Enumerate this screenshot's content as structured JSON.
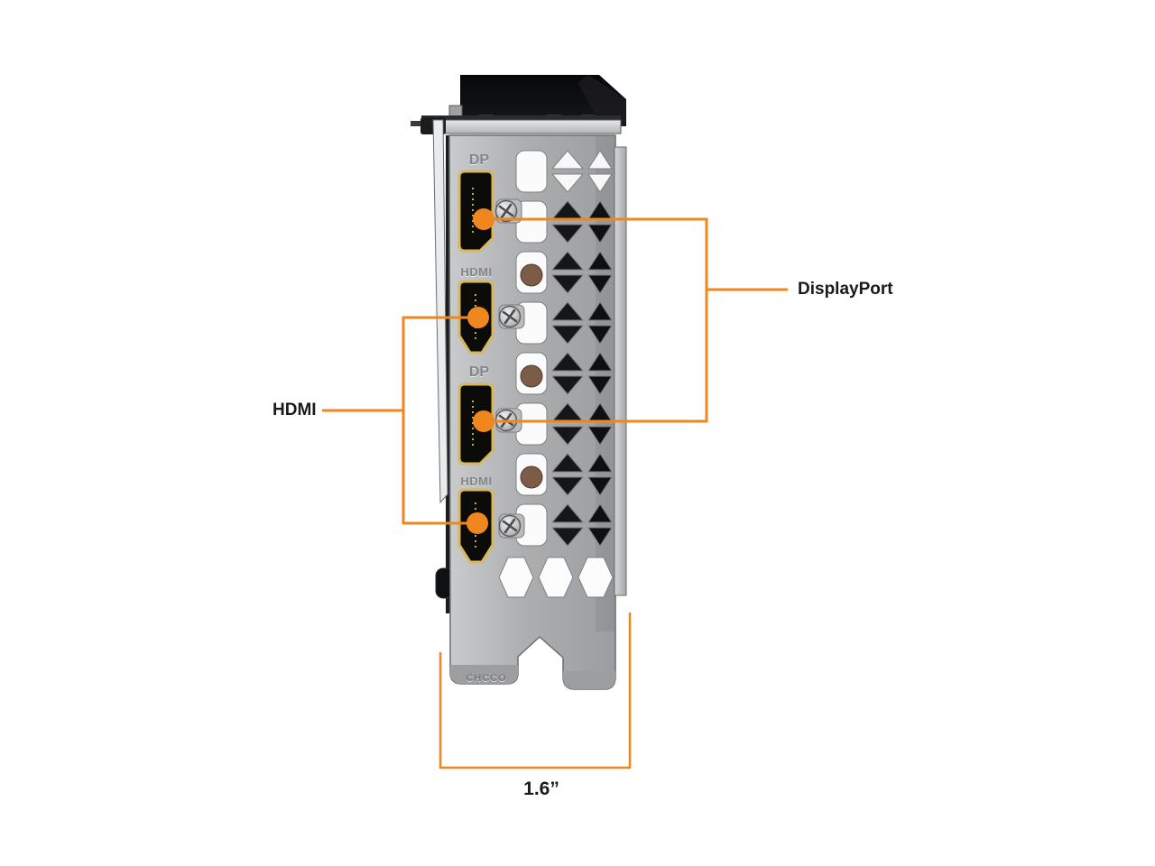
{
  "page": {
    "description": "Rear I/O bracket diagram of a graphics card with port callouts and width dimension"
  },
  "callouts": {
    "displayport": {
      "label": "DisplayPort"
    },
    "hdmi": {
      "label": "HDMI"
    },
    "dimension": {
      "label": "1.6”"
    }
  },
  "bracket": {
    "stamp": "CHCCO",
    "ports": [
      {
        "name": "DisplayPort 1",
        "embossed_label": "DP"
      },
      {
        "name": "HDMI 1",
        "embossed_label": "HDMI"
      },
      {
        "name": "DisplayPort 2",
        "embossed_label": "DP"
      },
      {
        "name": "HDMI 2",
        "embossed_label": "HDMI"
      }
    ]
  },
  "colors": {
    "annotation_orange": "#F0861E",
    "bracket_gray": "#AEB0B2",
    "bracket_flange": "#C6C8C9",
    "port_gold": "#D8B75D",
    "port_interior": "#0B0B09",
    "shroud_black": "#0C0D0E",
    "label_text": "#1A1A1A",
    "copper": "#7B5C47"
  }
}
